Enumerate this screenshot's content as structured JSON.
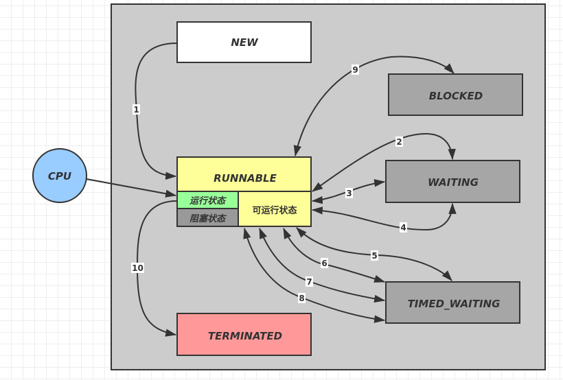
{
  "diagram": {
    "title": "Java Thread States",
    "colors": {
      "container_fill": "#cccccc",
      "new_fill": "#ffffff",
      "runnable_fill": "#ffff99",
      "running_fill": "#99ff99",
      "blocked_sub_fill": "#999999",
      "state_gray_fill": "#a6a6a6",
      "terminated_fill": "#ff9999",
      "cpu_fill": "#99ccff",
      "stroke": "#333333"
    },
    "nodes": {
      "cpu": "CPU",
      "new": "NEW",
      "runnable": "RUNNABLE",
      "running": "运行状态",
      "blocked_sub": "阻塞状态",
      "ready": "可运行状态",
      "blocked": "BLOCKED",
      "waiting": "WAITING",
      "timed_waiting": "TIMED_WAITING",
      "terminated": "TERMINATED"
    },
    "edges": [
      {
        "id": "1",
        "from": "NEW",
        "to": "RUNNABLE",
        "label": "1"
      },
      {
        "id": "2",
        "from": "WAITING",
        "to": "RUNNABLE",
        "label": "2",
        "bidirectional": true
      },
      {
        "id": "3",
        "from": "RUNNABLE",
        "to": "WAITING",
        "label": "3",
        "bidirectional": true
      },
      {
        "id": "4",
        "from": "WAITING",
        "to": "RUNNABLE",
        "label": "4",
        "bidirectional": true
      },
      {
        "id": "5",
        "from": "RUNNABLE",
        "to": "TIMED_WAITING",
        "label": "5",
        "bidirectional": true
      },
      {
        "id": "6",
        "from": "RUNNABLE",
        "to": "TIMED_WAITING",
        "label": "6",
        "bidirectional": true
      },
      {
        "id": "7",
        "from": "RUNNABLE",
        "to": "TIMED_WAITING",
        "label": "7",
        "bidirectional": true
      },
      {
        "id": "8",
        "from": "RUNNABLE",
        "to": "TIMED_WAITING",
        "label": "8",
        "bidirectional": true
      },
      {
        "id": "9",
        "from": "RUNNABLE",
        "to": "BLOCKED",
        "label": "9",
        "bidirectional": true
      },
      {
        "id": "10",
        "from": "运行状态",
        "to": "TERMINATED",
        "label": "10"
      },
      {
        "id": "cpu",
        "from": "CPU",
        "to": "运行状态",
        "label": ""
      }
    ]
  }
}
